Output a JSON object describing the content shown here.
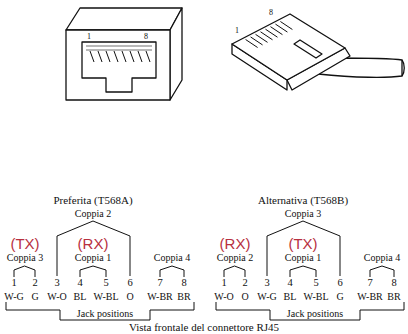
{
  "diagram": {
    "caption": "Vista frontale del connettore RJ45",
    "labels": [
      "1",
      "8",
      "8",
      "1",
      "Preferita (T568A)",
      "Coppia 2",
      "(TX)",
      "(RX)",
      "Coppia 3",
      "Coppia 1",
      "Coppia 4",
      "1",
      "2",
      "3",
      "4",
      "5",
      "6",
      "7",
      "8",
      "W-G",
      "G",
      "W-O",
      "BL",
      "W-BL",
      "O",
      "W-BR",
      "BR",
      "Jack positions",
      "Alternativa (T568B)",
      "Coppia 3",
      "(RX)",
      "(TX)",
      "Coppia 2",
      "Coppia 1",
      "Coppia 4",
      "1",
      "2",
      "3",
      "4",
      "5",
      "6",
      "7",
      "8",
      "W-O",
      "O",
      "W-G",
      "BL",
      "W-BL",
      "G",
      "W-BR",
      "BR",
      "Jack positions"
    ]
  }
}
